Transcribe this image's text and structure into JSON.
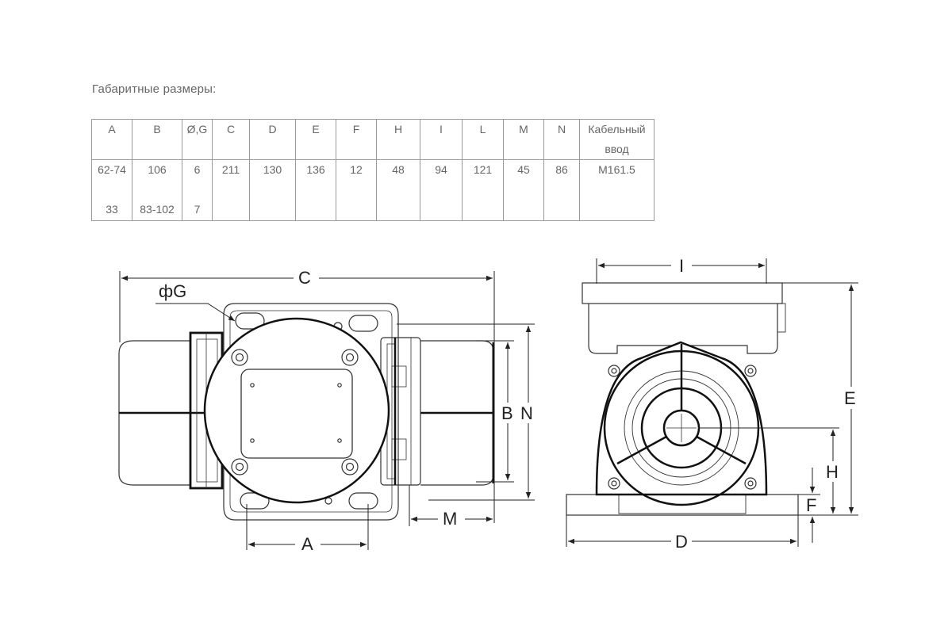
{
  "heading": "Габаритные размеры:",
  "table": {
    "headers": [
      "A",
      "B",
      "Ø,G",
      "C",
      "D",
      "E",
      "F",
      "H",
      "I",
      "L",
      "M",
      "N",
      "Кабельный ввод"
    ],
    "row1": [
      "62-74",
      "106",
      "6",
      "211",
      "130",
      "136",
      "12",
      "48",
      "94",
      "121",
      "45",
      "86",
      "M161.5"
    ],
    "row2": [
      "33",
      "83-102",
      "7"
    ]
  },
  "drawing": {
    "labels": {
      "C": "C",
      "phiG": "фG",
      "A": "A",
      "B": "B",
      "N": "N",
      "M": "M",
      "I": "I",
      "E": "E",
      "H": "H",
      "F": "F",
      "D": "D"
    }
  }
}
